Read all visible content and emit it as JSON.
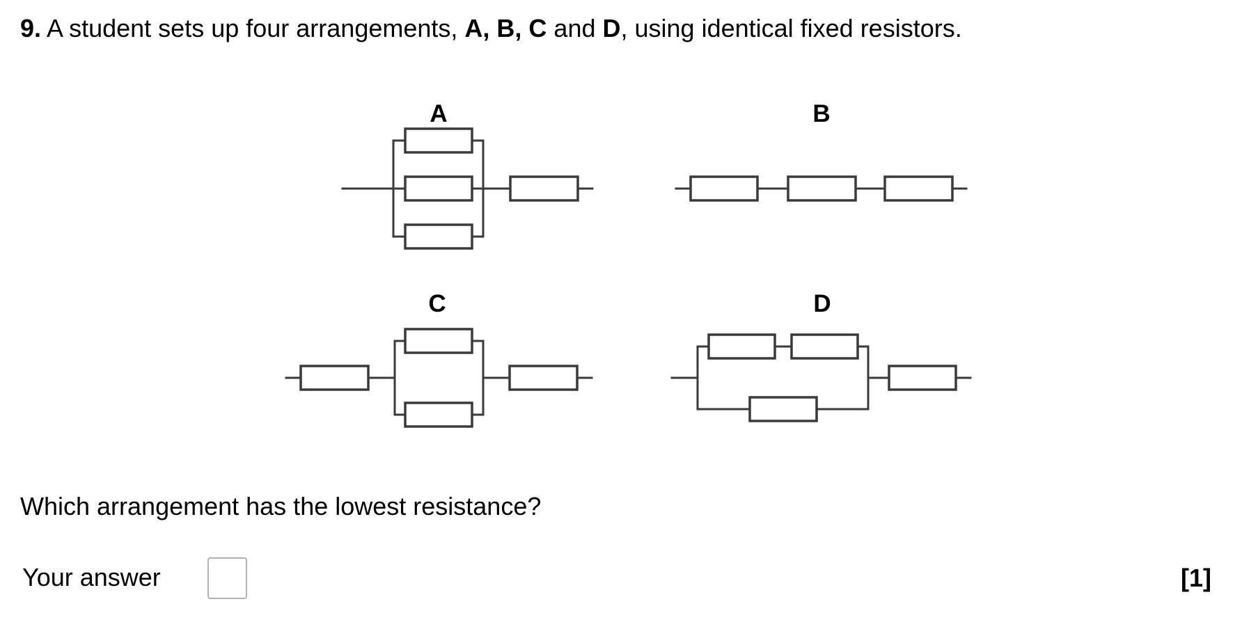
{
  "question": {
    "number_bold": "9.",
    "text_part1": " A student sets up four arrangements, ",
    "labels_bold": "A, B, C",
    "text_part2": " and ",
    "label_d_bold": "D",
    "text_part3": ", using identical fixed resistors.",
    "prompt": "Which arrangement has the lowest resistance?"
  },
  "circuits": [
    {
      "label": "A",
      "arrangement": "three resistors in parallel, then one resistor in series"
    },
    {
      "label": "B",
      "arrangement": "three resistors in series"
    },
    {
      "label": "C",
      "arrangement": "one resistor in series, then two resistors in parallel, then one resistor in series"
    },
    {
      "label": "D",
      "arrangement": "two resistors in series in parallel with one resistor, then one resistor in series"
    }
  ],
  "answer": {
    "label": "Your answer",
    "value": "",
    "marks": "[1]"
  },
  "colors": {
    "wire": "#3a3a3a",
    "text": "#000000",
    "answer_box_border": "#b3b3b3",
    "background": "#ffffff"
  }
}
